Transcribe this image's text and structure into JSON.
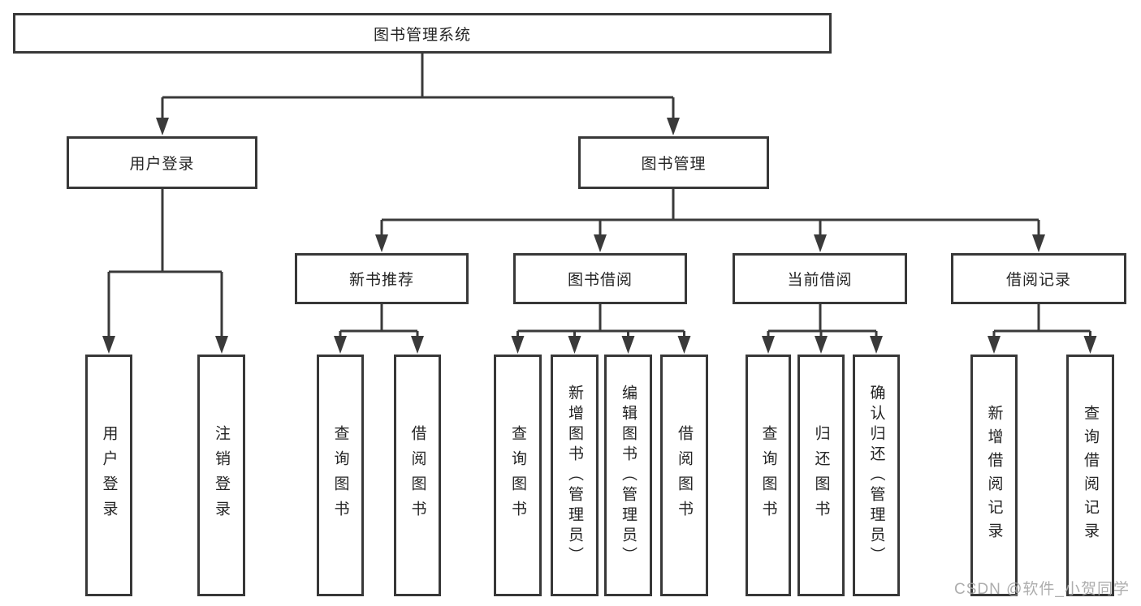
{
  "tree": {
    "label": "图书管理系统",
    "children": [
      {
        "label": "用户登录",
        "children": [
          {
            "label": "用户登录"
          },
          {
            "label": "注销登录"
          }
        ]
      },
      {
        "label": "图书管理",
        "children": [
          {
            "label": "新书推荐",
            "children": [
              {
                "label": "查询图书"
              },
              {
                "label": "借阅图书"
              }
            ]
          },
          {
            "label": "图书借阅",
            "children": [
              {
                "label": "查询图书"
              },
              {
                "label": "新增图书（管理员）"
              },
              {
                "label": "编辑图书（管理员）"
              },
              {
                "label": "借阅图书"
              }
            ]
          },
          {
            "label": "当前借阅",
            "children": [
              {
                "label": "查询图书"
              },
              {
                "label": "归还图书"
              },
              {
                "label": "确认归还（管理员）"
              }
            ]
          },
          {
            "label": "借阅记录",
            "children": [
              {
                "label": "新增借阅记录"
              },
              {
                "label": "查询借阅记录"
              }
            ]
          }
        ]
      }
    ]
  },
  "watermark": {
    "text": "CSDN @软件_小贺同学"
  },
  "colors": {
    "line": "#3a3a3a",
    "border": "#383838",
    "text": "#242424",
    "watermark": "#a4a4a4",
    "background": "#ffffff"
  }
}
